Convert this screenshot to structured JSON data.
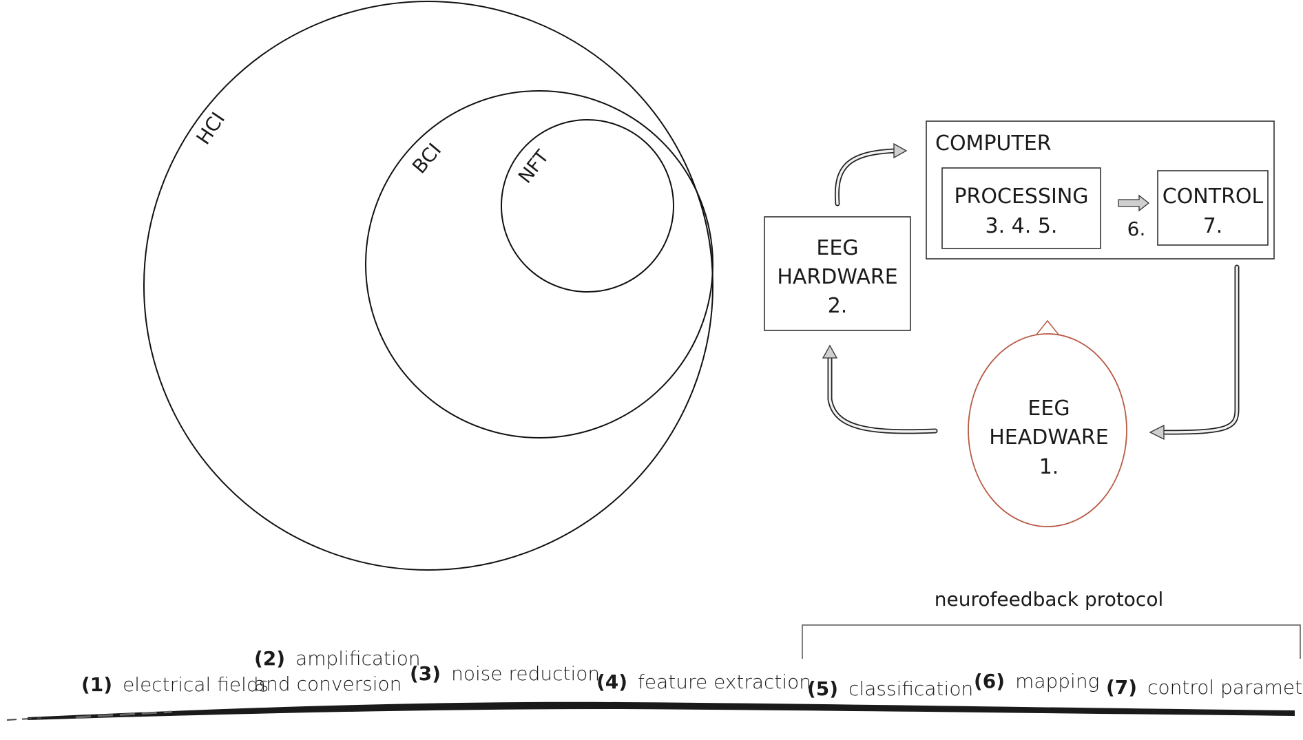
{
  "venn": {
    "outer_label": "HCI",
    "middle_label": "BCI",
    "inner_label": "NFT"
  },
  "loop": {
    "computer_label": "COMPUTER",
    "processing_label": "PROCESSING",
    "processing_steps": "3. 4. 5.",
    "control_label": "CONTROL",
    "control_step": "7.",
    "mapping_step": "6.",
    "hardware_line1": "EEG",
    "hardware_line2": "HARDWARE",
    "hardware_step": "2.",
    "headware_line1": "EEG",
    "headware_line2": "HEADWARE",
    "headware_step": "1.",
    "headware_color": "#b85a45"
  },
  "pipeline": {
    "protocol_label": "neurofeedback protocol",
    "steps": [
      {
        "num": "(1)",
        "text": "electrical fields"
      },
      {
        "num": "(2)",
        "text": "amplification",
        "text2": "and conversion"
      },
      {
        "num": "(3)",
        "text": "noise reduction"
      },
      {
        "num": "(4)",
        "text": "feature extraction"
      },
      {
        "num": "(5)",
        "text": "classification"
      },
      {
        "num": "(6)",
        "text": "mapping"
      },
      {
        "num": "(7)",
        "text": "control parameters"
      }
    ]
  }
}
